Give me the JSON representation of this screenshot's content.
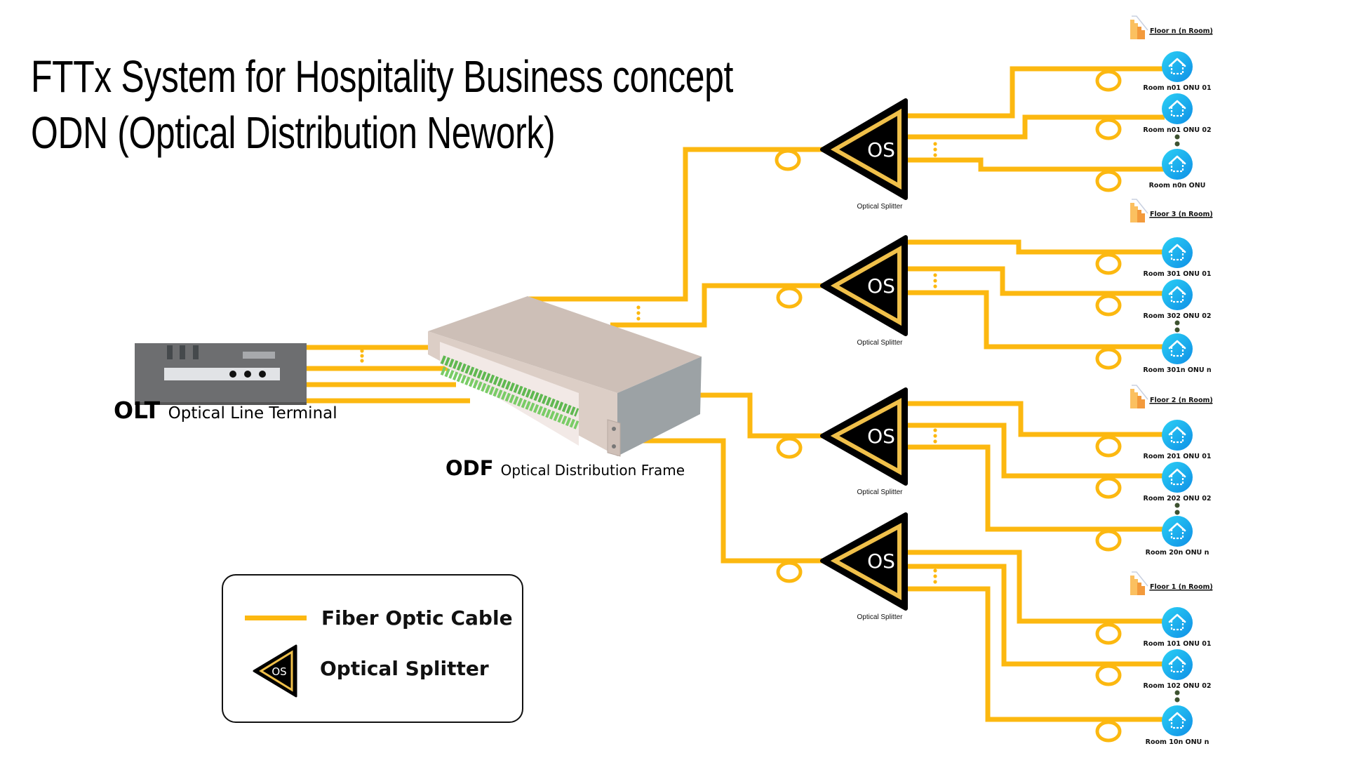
{
  "title": {
    "line1": "FTTx System for Hospitality Business concept",
    "line2": "ODN (Optical Distribution Nework)"
  },
  "colors": {
    "fiber": "#fcb810",
    "splitter_fill": "#000000",
    "splitter_border": "#f0c04a",
    "onu": "#1aa9ec",
    "floor_icon": "#fbb040",
    "olt_body": "#6d6e70",
    "odf_top": "#cfc0b8",
    "odf_side": "#9ea3a6",
    "odf_ports": "#66c25a"
  },
  "olt": {
    "abbr": "OLT",
    "name": "Optical Line Terminal",
    "icon": "olt-device-icon"
  },
  "odf": {
    "abbr": "ODF",
    "name": "Optical Distribution Frame",
    "icon": "odf-device-icon"
  },
  "splitters": [
    {
      "abbr": "OS",
      "label": "Optical Splitter"
    },
    {
      "abbr": "OS",
      "label": "Optical Splitter"
    },
    {
      "abbr": "OS",
      "label": "Optical Splitter"
    },
    {
      "abbr": "OS",
      "label": "Optical Splitter"
    }
  ],
  "floors": [
    {
      "label": "Floor n (n Room)",
      "icon": "stairs-icon",
      "onus": [
        "Room n01 ONU 01",
        "Room n01 ONU 02",
        "Room n0n ONU"
      ]
    },
    {
      "label": "Floor 3 (n Room)",
      "icon": "stairs-icon",
      "onus": [
        "Room 301 ONU 01",
        "Room 302 ONU 02",
        "Room 301n ONU n"
      ]
    },
    {
      "label": "Floor 2 (n Room)",
      "icon": "stairs-icon",
      "onus": [
        "Room 201 ONU 01",
        "Room 202 ONU 02",
        "Room 20n ONU n"
      ]
    },
    {
      "label": "Floor 1 (n Room)",
      "icon": "stairs-icon",
      "onus": [
        "Room 101 ONU 01",
        "Room 102 ONU 02",
        "Room 10n ONU n"
      ]
    }
  ],
  "legend": {
    "items": [
      {
        "label": "Fiber Optic Cable",
        "icon": "fiber-cable-line-icon"
      },
      {
        "label": "Optical Splitter",
        "icon": "optical-splitter-icon",
        "abbr": "OS"
      }
    ]
  }
}
